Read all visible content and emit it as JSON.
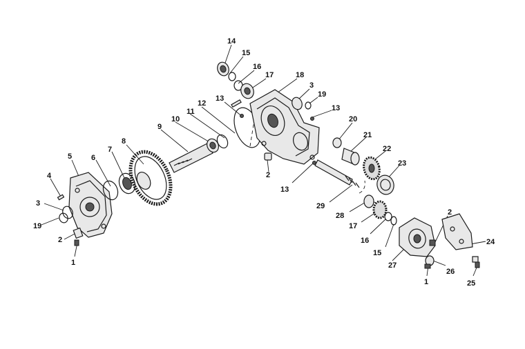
{
  "callouts": [
    {
      "id": "c14",
      "text": "14"
    },
    {
      "id": "c15a",
      "text": "15"
    },
    {
      "id": "c16a",
      "text": "16"
    },
    {
      "id": "c17a",
      "text": "17"
    },
    {
      "id": "c18",
      "text": "18"
    },
    {
      "id": "c3a",
      "text": "3"
    },
    {
      "id": "c19a",
      "text": "19"
    },
    {
      "id": "c13a",
      "text": "13"
    },
    {
      "id": "c13b",
      "text": "13"
    },
    {
      "id": "c12",
      "text": "12"
    },
    {
      "id": "c11",
      "text": "11"
    },
    {
      "id": "c10",
      "text": "10"
    },
    {
      "id": "c9",
      "text": "9"
    },
    {
      "id": "c8",
      "text": "8"
    },
    {
      "id": "c7",
      "text": "7"
    },
    {
      "id": "c6",
      "text": "6"
    },
    {
      "id": "c5",
      "text": "5"
    },
    {
      "id": "c4",
      "text": "4"
    },
    {
      "id": "c3b",
      "text": "3"
    },
    {
      "id": "c19b",
      "text": "19"
    },
    {
      "id": "c2a",
      "text": "2"
    },
    {
      "id": "c1a",
      "text": "1"
    },
    {
      "id": "c2b",
      "text": "2"
    },
    {
      "id": "c20",
      "text": "20"
    },
    {
      "id": "c21",
      "text": "21"
    },
    {
      "id": "c22",
      "text": "22"
    },
    {
      "id": "c23",
      "text": "23"
    },
    {
      "id": "c13c",
      "text": "13"
    },
    {
      "id": "c29",
      "text": "29"
    },
    {
      "id": "c28",
      "text": "28"
    },
    {
      "id": "c17b",
      "text": "17"
    },
    {
      "id": "c16b",
      "text": "16"
    },
    {
      "id": "c15b",
      "text": "15"
    },
    {
      "id": "c27",
      "text": "27"
    },
    {
      "id": "c2c",
      "text": "2"
    },
    {
      "id": "c24",
      "text": "24"
    },
    {
      "id": "c26",
      "text": "26"
    },
    {
      "id": "c1b",
      "text": "1"
    },
    {
      "id": "c25",
      "text": "25"
    }
  ]
}
